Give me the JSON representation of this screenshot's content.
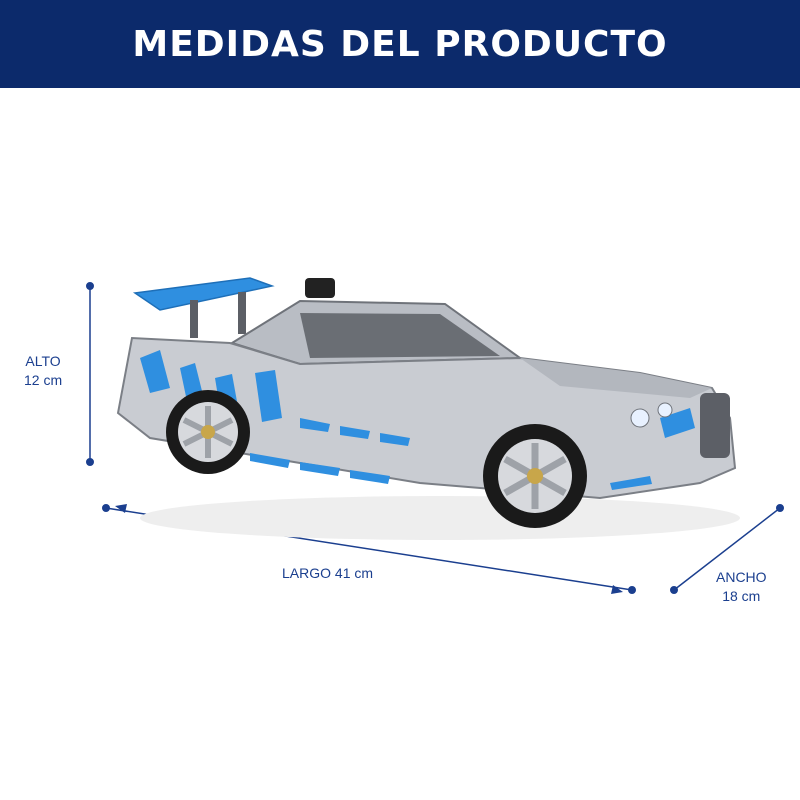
{
  "header": {
    "title": "MEDIDAS DEL PRODUCTO"
  },
  "colors": {
    "banner_bg": "#0c2a6b",
    "dimension_line": "#1b3f8f",
    "car_body": "#c9ccd2",
    "car_stripe": "#2f8fe0",
    "tire": "#1a1a1a"
  },
  "product": {
    "description_icon": "car-model-image"
  },
  "dimensions": {
    "height": {
      "name": "ALTO",
      "value": "12 cm"
    },
    "length": {
      "name": "LARGO 41 cm"
    },
    "width": {
      "name": "ANCHO",
      "value": "18 cm"
    }
  }
}
